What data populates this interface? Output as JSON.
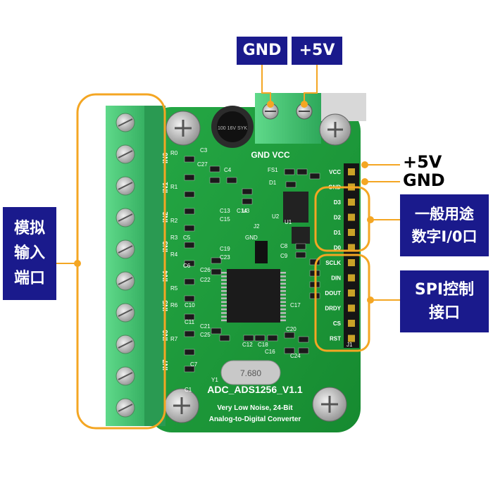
{
  "callouts": {
    "gnd_top": "GND",
    "vcc_top": "+5V",
    "vcc_right": "+5V",
    "gnd_right": "GND",
    "digital_io_line1": "一般用途",
    "digital_io_line2": "数字I/0口",
    "spi_line1": "SPI控制",
    "spi_line2": "接口",
    "analog_line1": "模拟",
    "analog_line2": "输入",
    "analog_line3": "端口"
  },
  "board": {
    "title": "ADC_ADS1256_V1.1",
    "subtitle1": "Very Low Noise, 24-Bit",
    "subtitle2": "Analog-to-Digital Converter",
    "terminal_label": "GND VCC",
    "cap_text": "100 16V SYK",
    "crystal_text": "7.680",
    "inputs": [
      "IN0",
      "IN1",
      "IN2",
      "IN3",
      "IN4",
      "IN5",
      "IN6",
      "IN7"
    ],
    "header_right": [
      "VCC",
      "GND",
      "D3",
      "D2",
      "D1",
      "D0",
      "SCLK",
      "DIN",
      "DOUT",
      "DRDY",
      "CS",
      "RST"
    ],
    "header_name": "J1",
    "components": [
      "R0",
      "C3",
      "C27",
      "R1",
      "R2",
      "R3",
      "R4",
      "R5",
      "R6",
      "R7",
      "C4",
      "C5",
      "C6",
      "C7",
      "C8",
      "C9",
      "C10",
      "C11",
      "C12",
      "C13",
      "C14",
      "C15",
      "C16",
      "C17",
      "C18",
      "C19",
      "C20",
      "C21",
      "C22",
      "C23",
      "C24",
      "C25",
      "C26",
      "C1",
      "U3",
      "U2",
      "U1",
      "J2",
      "FS1",
      "D1",
      "Y1"
    ],
    "gnd_jumper": "GND"
  },
  "colors": {
    "label_bg": "#1a1a8c",
    "label_fg": "#ffffff",
    "highlight": "#f4a623",
    "pcb": "#1f9a3a",
    "terminal": "#3cc36a"
  }
}
